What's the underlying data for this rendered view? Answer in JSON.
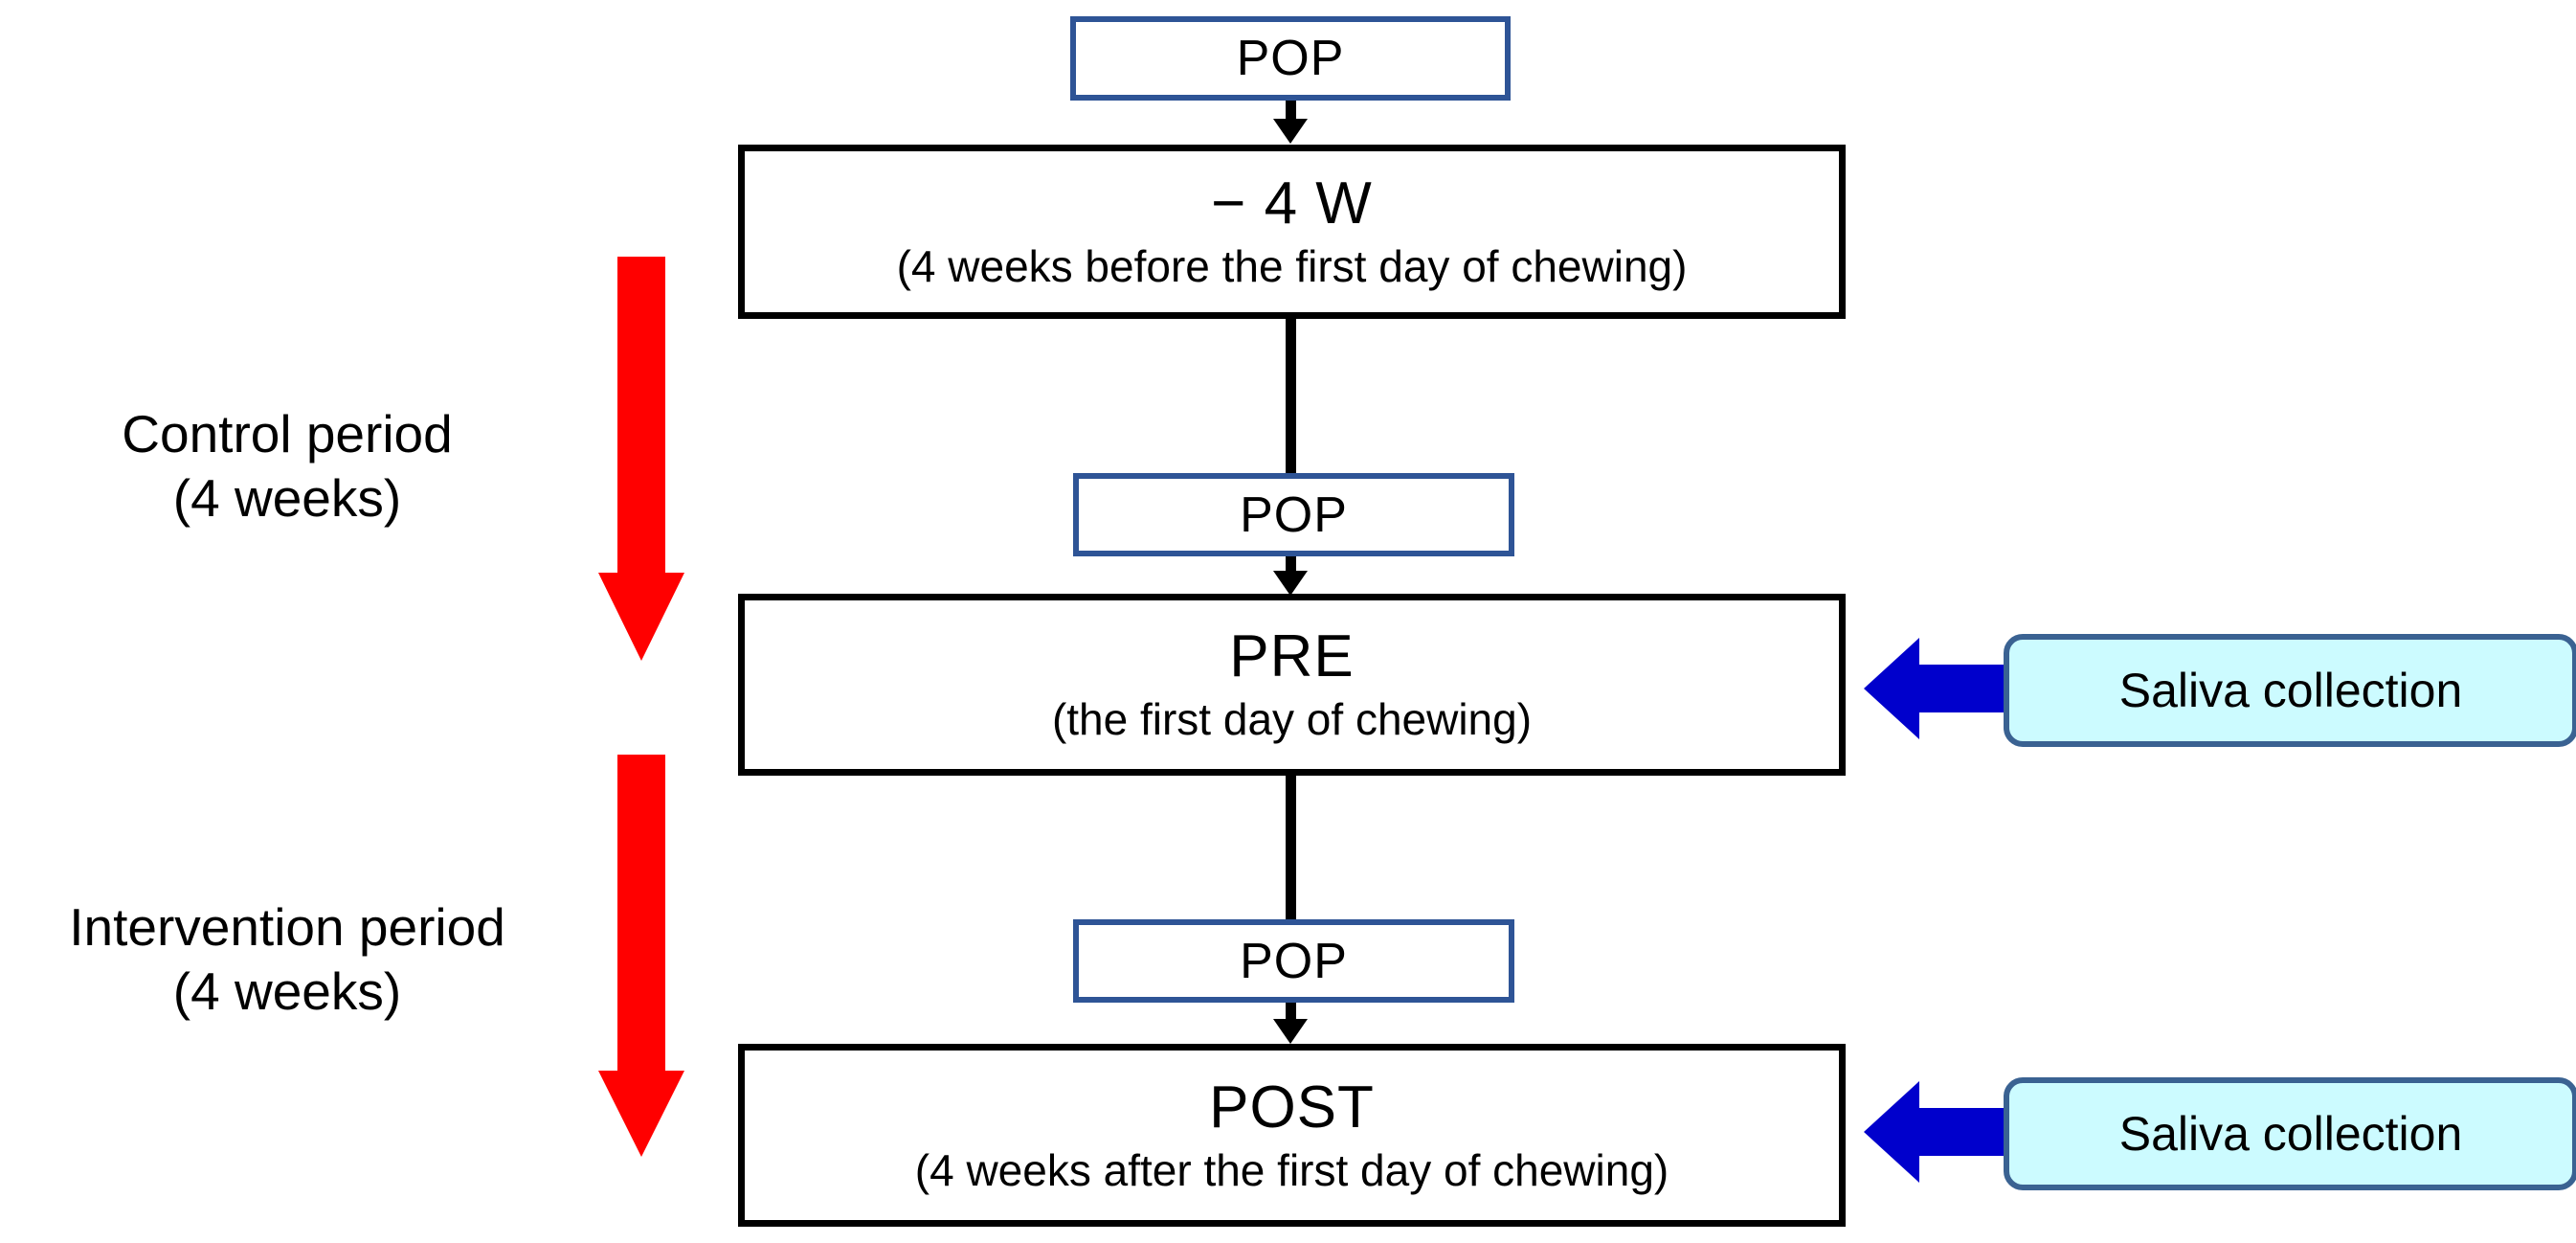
{
  "diagram": {
    "type": "study-timeline-flowchart",
    "background_color": "#FFFFFF",
    "colors": {
      "pop_border": "#2E5496",
      "stage_border": "#000000",
      "period_arrow": "#FF0000",
      "saliva_arrow": "#0000CC",
      "saliva_fill": "#CCFBFF",
      "saliva_border": "#3A6292"
    }
  },
  "pop_nodes": [
    {
      "label": "POP"
    },
    {
      "label": "POP"
    },
    {
      "label": "POP"
    }
  ],
  "stages": [
    {
      "title": "− 4 W",
      "subtitle": "(4 weeks before the first day of chewing)"
    },
    {
      "title": "PRE",
      "subtitle": "(the first day of chewing)"
    },
    {
      "title": "POST",
      "subtitle": "(4 weeks after the first day of chewing)"
    }
  ],
  "periods": [
    {
      "name": "Control period",
      "duration": "(4 weeks)"
    },
    {
      "name": "Intervention period",
      "duration": "(4 weeks)"
    }
  ],
  "callouts": [
    {
      "label": "Saliva collection",
      "target": "PRE"
    },
    {
      "label": "Saliva collection",
      "target": "POST"
    }
  ]
}
